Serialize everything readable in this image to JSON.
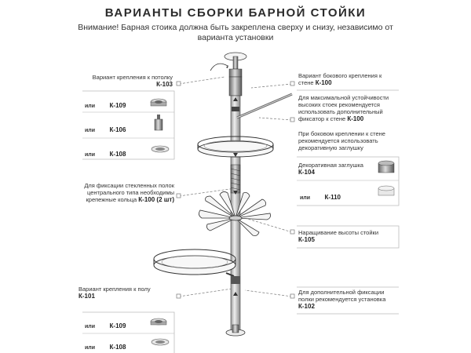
{
  "header": {
    "title": "ВАРИАНТЫ СБОРКИ БАРНОЙ СТОЙКИ",
    "subtitle": "Внимание! Барная стоика должна быть закреплена сверху и снизу, независимо от варианта установки"
  },
  "left": {
    "ceiling": {
      "label": "Вариант крепления к потолку",
      "code": "К-103"
    },
    "ceiling_options": [
      {
        "or": "или",
        "code": "К-109"
      },
      {
        "or": "или",
        "code": "К-106"
      },
      {
        "or": "или",
        "code": "К-108"
      }
    ],
    "glass": {
      "label": "Для фиксации стекленных полок центрального типа необходимы крепежные кольца",
      "code": "К-100 (2 шт)"
    },
    "floor": {
      "label": "Вариант крепления к полу",
      "code": "К-101"
    },
    "floor_options": [
      {
        "or": "или",
        "code": "К-109"
      },
      {
        "or": "или",
        "code": "К-108"
      }
    ]
  },
  "right": {
    "side": {
      "label": "Вариант бокового крепления к стене",
      "code": "К-100"
    },
    "stability": {
      "label": "Для максимальной устойчивости высоких стоек рекомендуется использовать дополнительный фиксатор к стене",
      "code": "К-100"
    },
    "plug_note": {
      "label": "При боковом креплении к стене рекомендуется использовать декоративную заглушку"
    },
    "plug": {
      "label": "Декоративная заглушка",
      "code": "К-104"
    },
    "plug_alt": {
      "or": "или",
      "code": "К-110"
    },
    "extension": {
      "label": "Наращивание высоты стойки",
      "code": "К-105"
    },
    "extra": {
      "label": "Для дополнительной фиксации полки рекомендуется установка",
      "code": "К-102"
    }
  }
}
